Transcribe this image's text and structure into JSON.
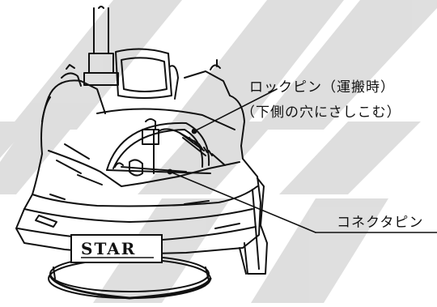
{
  "labels": {
    "lock_pin": "ロックピン（運搬時）",
    "lock_pin_note": "（下側の穴にさしこむ）",
    "connector_pin": "コネクタピン"
  },
  "logo": {
    "brand": "STAR"
  },
  "colors": {
    "ink": "#111111",
    "watermark": "#d9d9d9",
    "background": "#ffffff"
  }
}
